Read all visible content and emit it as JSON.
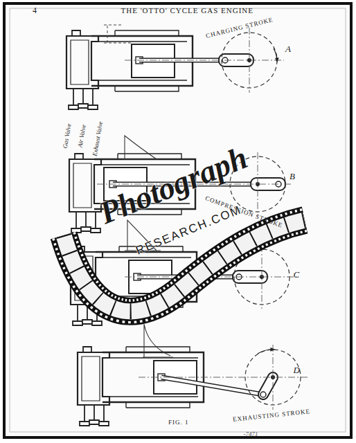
{
  "diagram": {
    "title": "THE 'OTTO' CYCLE GAS ENGINE",
    "caption": "FIG. 1",
    "labels": [
      "4",
      "CHARGING STROKE",
      "A",
      "Gas Valve",
      "Air Valve",
      "Exhaust Valve",
      "B",
      "COMPRESSION STROKE",
      "C",
      "D",
      "EXHAUSTING STROKE",
      "Photograph",
      "RESEARCH.COM",
      "-7471"
    ]
  }
}
